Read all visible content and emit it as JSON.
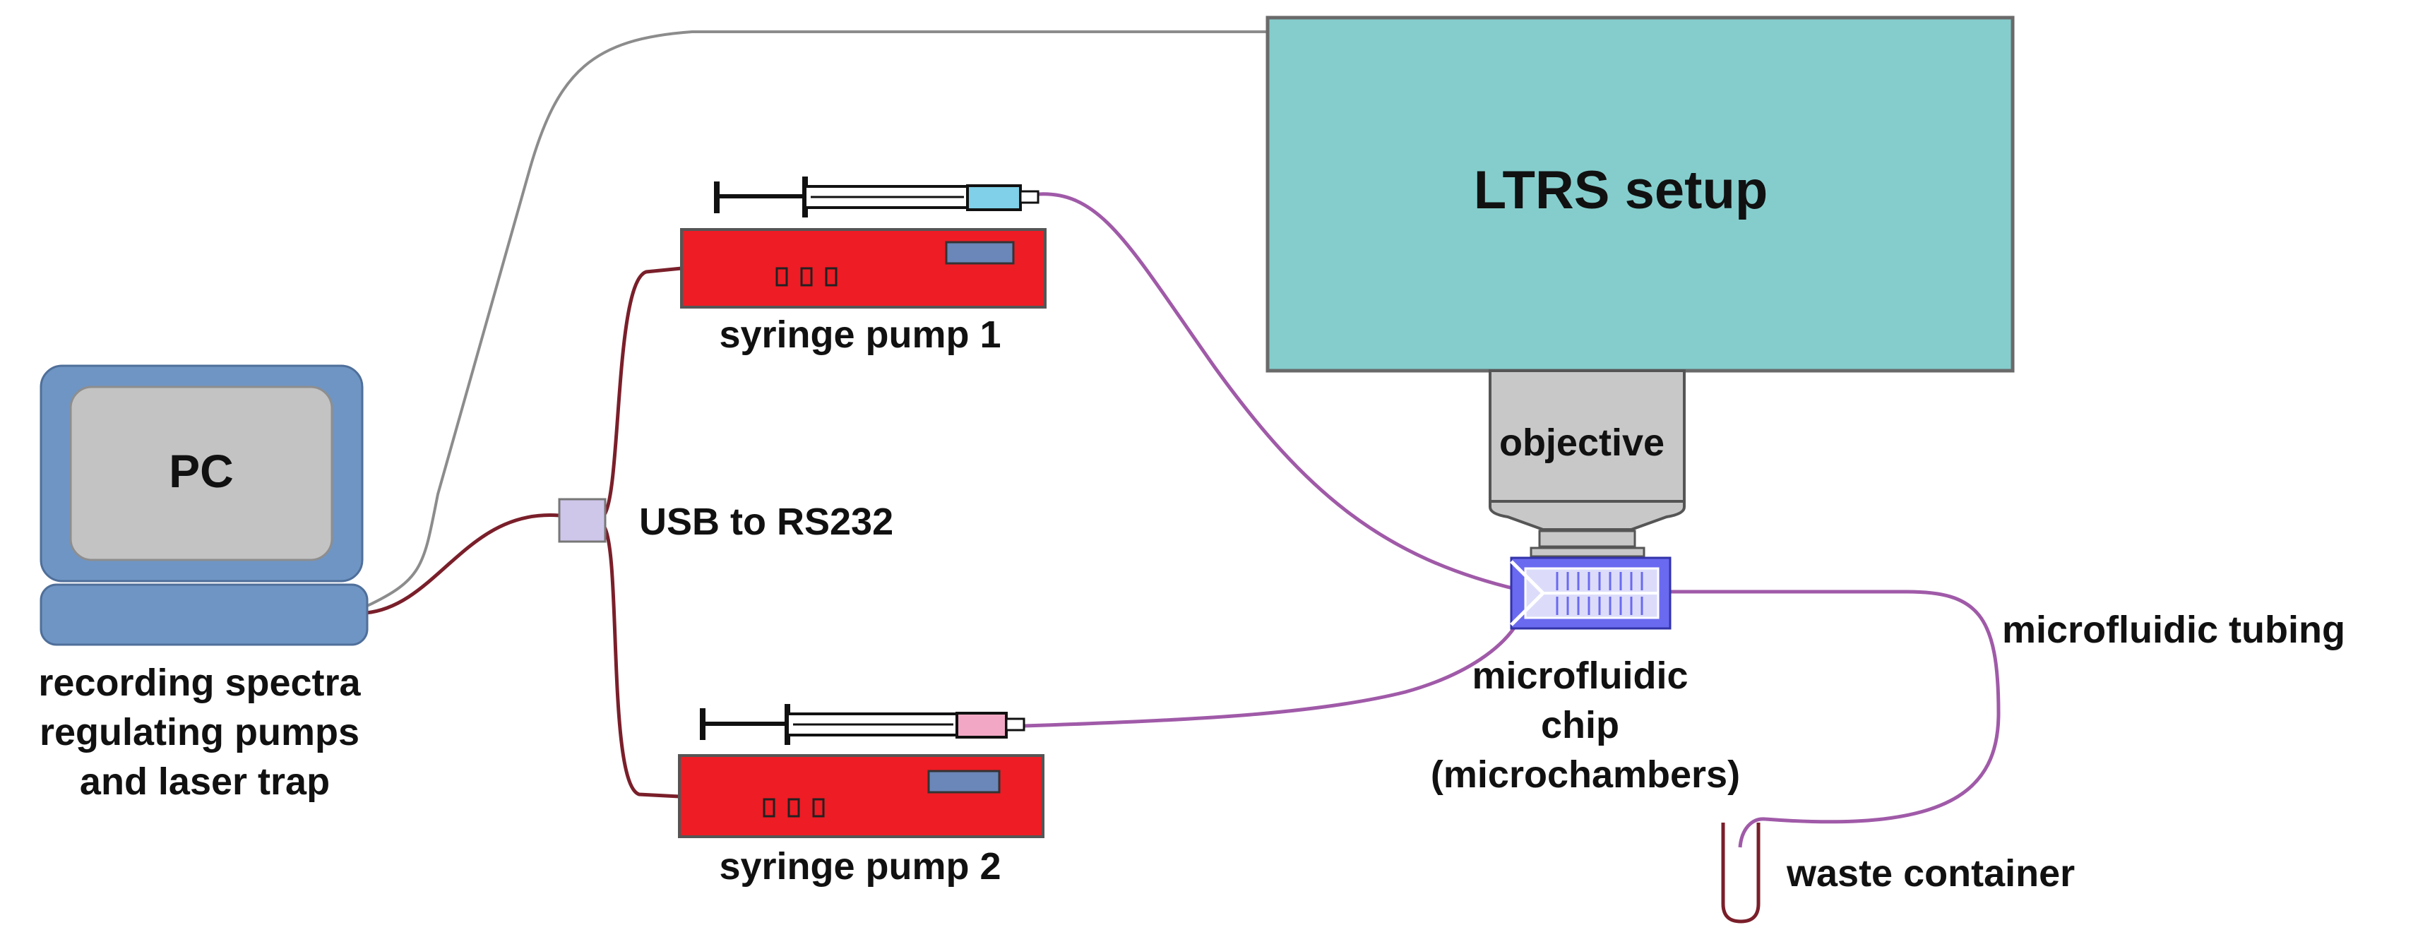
{
  "labels": {
    "pc": "PC",
    "pc_caption": [
      "recording spectra",
      "regulating pumps",
      "and laser trap"
    ],
    "usb": "USB to RS232",
    "pump1": "syringe pump 1",
    "pump2": "syringe pump 2",
    "ltrs": "LTRS setup",
    "objective": "objective",
    "chip": [
      "microfluidic",
      "chip",
      "(microchambers)"
    ],
    "tubing": "microfluidic tubing",
    "waste": "waste container"
  },
  "colors": {
    "ltrs_fill": "#85cdcd",
    "pump_fill": "#ee1c24",
    "pump_display": "#6b86b8",
    "pc_frame": "#6f95c4",
    "pc_screen": "#c3c3c3",
    "objective_fill": "#c8c8c8",
    "usb_fill": "#cfc7ea",
    "syringe1_tip": "#7fd0e8",
    "syringe2_tip": "#f2a8c4",
    "tubing": "#a05aa8",
    "serial_cable": "#7a1f2a",
    "network_cable": "#8c8c8c",
    "chip_fill": "#6a6af0"
  }
}
